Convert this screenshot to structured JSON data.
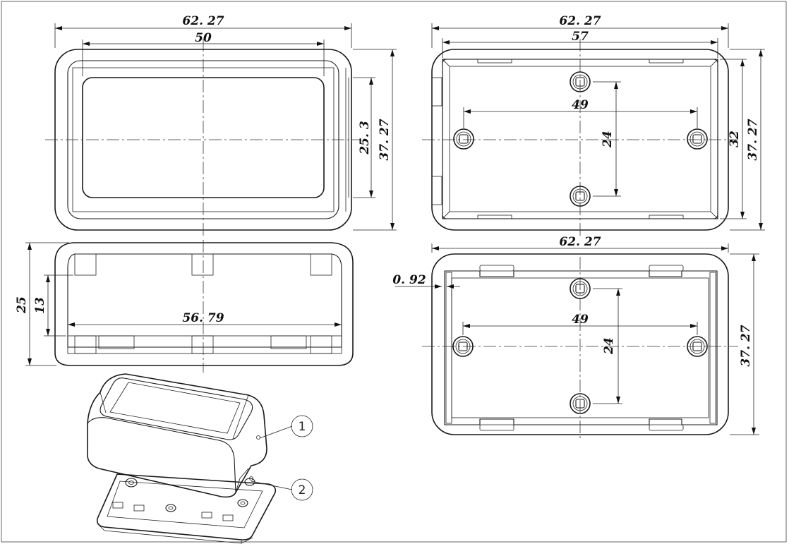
{
  "views": {
    "front_top": {
      "width_overall": "62. 27",
      "width_window": "50",
      "height_window": "25. 3",
      "height_overall": "37. 27"
    },
    "back_top": {
      "width_overall": "62. 27",
      "width_inner": "57",
      "hole_spacing_x": "49",
      "hole_spacing_y": "24",
      "height_inner": "32",
      "height_overall": "37. 27"
    },
    "section": {
      "height_overall": "25",
      "height_inner": "13",
      "inner_length": "56. 79"
    },
    "bottom_plate": {
      "width_overall": "62. 27",
      "wall_gap": "0. 92",
      "hole_spacing_x": "49",
      "hole_spacing_y": "24",
      "height_overall": "37. 27"
    }
  },
  "callouts": [
    "1",
    "2"
  ]
}
